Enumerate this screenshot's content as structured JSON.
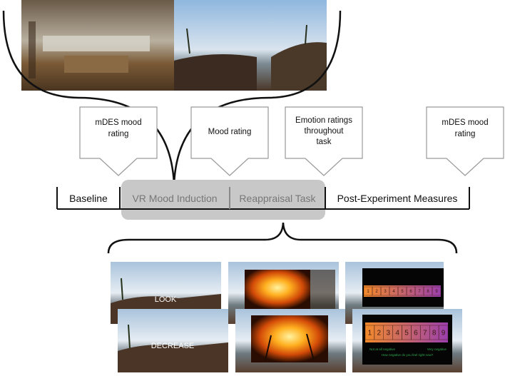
{
  "callouts": [
    {
      "id": "c1",
      "lines": [
        "mDES mood",
        "rating"
      ]
    },
    {
      "id": "c2",
      "lines": [
        "Mood rating"
      ]
    },
    {
      "id": "c3",
      "lines": [
        "Emotion ratings",
        "throughout",
        "task"
      ]
    },
    {
      "id": "c4",
      "lines": [
        "mDES mood",
        "rating"
      ]
    }
  ],
  "timeline": {
    "baseline": "Baseline",
    "vr": "VR Mood Induction",
    "reappraisal": "Reappraisal Task",
    "post": "Post-Experiment Measures"
  },
  "slides": {
    "look": "LOOK",
    "decrease": "DECREASE",
    "scale_numbers": [
      "1",
      "2",
      "3",
      "4",
      "5",
      "6",
      "7",
      "8",
      "9"
    ],
    "scale_low": "Not at all negative",
    "scale_high": "Very negative",
    "scale_question": "How negative do you feel right now?"
  },
  "colors": {
    "timeline_highlight": "#c8c8c8",
    "scale_start": "#f28a2a",
    "scale_end": "#9b3fae",
    "scale_text_green": "#2fa84f",
    "scale_text_purple": "#5a3bd8"
  }
}
